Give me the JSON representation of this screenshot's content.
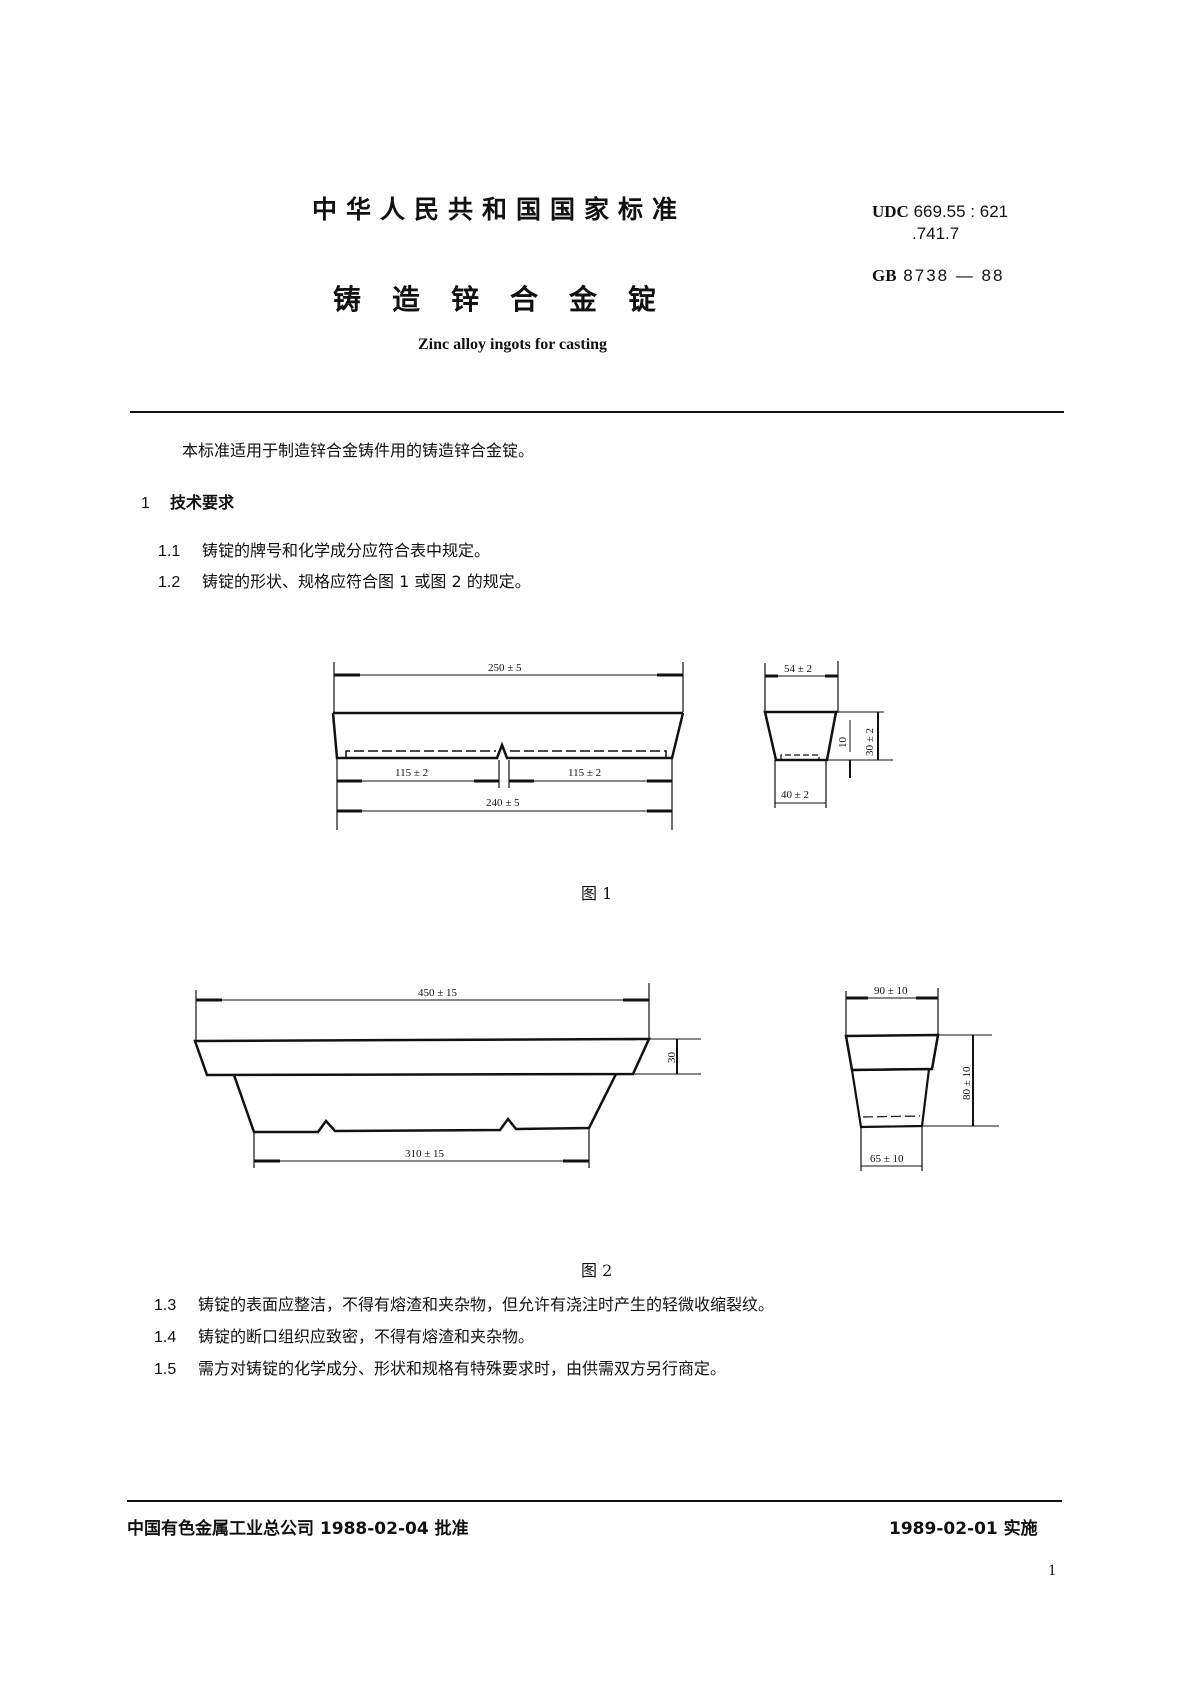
{
  "header": {
    "standard_type": "中华人民共和国国家标准",
    "title_cn": "铸造锌合金锭",
    "title_en": "Zinc alloy ingots for casting",
    "udc_label": "UDC",
    "udc_value_line1": "669.55 : 621",
    "udc_value_line2": ".741.7",
    "gb_label": "GB",
    "gb_number": "8738 — 88"
  },
  "body": {
    "scope": "本标准适用于制造锌合金铸件用的铸造锌合金锭。",
    "section1": {
      "number": "1",
      "title": "技术要求"
    },
    "clauses": [
      {
        "number": "1.1",
        "text": "铸锭的牌号和化学成分应符合表中规定。"
      },
      {
        "number": "1.2",
        "text": "铸锭的形状、规格应符合图 1 或图 2 的规定。"
      },
      {
        "number": "1.3",
        "text": "铸锭的表面应整洁，不得有熔渣和夹杂物，但允许有浇注时产生的轻微收缩裂纹。"
      },
      {
        "number": "1.4",
        "text": "铸锭的断口组织应致密，不得有熔渣和夹杂物。"
      },
      {
        "number": "1.5",
        "text": "需方对铸锭的化学成分、形状和规格有特殊要求时，由供需双方另行商定。"
      }
    ]
  },
  "figures": {
    "fig1": {
      "caption": "图 1",
      "front_top_length": "250 ± 5",
      "front_half_left": "115 ± 2",
      "front_half_right": "115 ± 2",
      "front_bottom_length": "240 ± 5",
      "side_top_width": "54 ± 2",
      "side_notch_depth": "10",
      "side_height": "30 ± 2",
      "side_bottom_width": "40 ± 2"
    },
    "fig2": {
      "caption": "图 2",
      "front_top_length": "450 ± 15",
      "front_flange_height": "30",
      "front_bottom_length": "310 ± 15",
      "side_top_width": "90 ± 10",
      "side_height": "80 ± 10",
      "side_bottom_width": "65 ± 10"
    }
  },
  "footer": {
    "issuer_approval": "中国有色金属工业总公司 1988-02-04 批准",
    "implementation": "1989-02-01 实施",
    "page_number": "1"
  }
}
